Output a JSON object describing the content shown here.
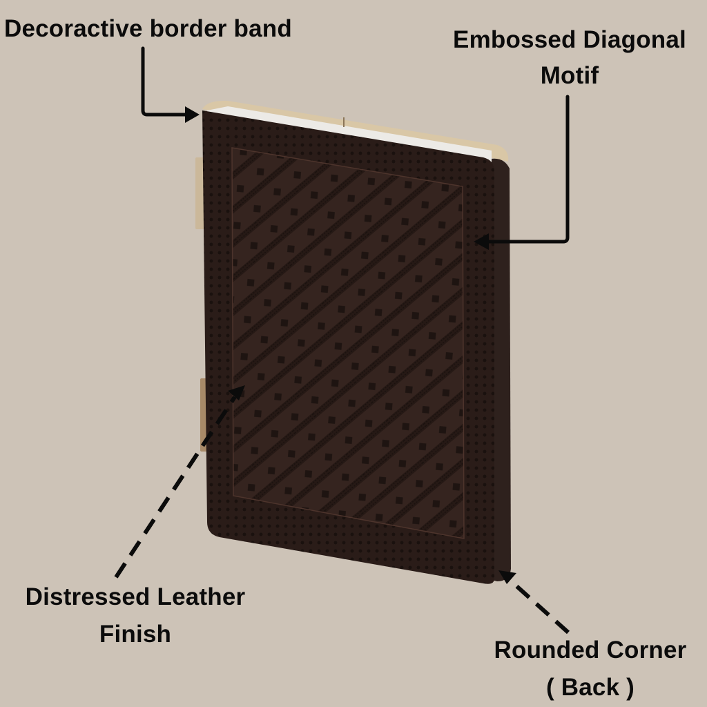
{
  "colors": {
    "background": "#cdc3b7",
    "leather": "#35241f",
    "leather_dark": "#221714",
    "paper": "#eceae6",
    "edge_trim": "#d9c7a6",
    "text": "#0b0b0b"
  },
  "product": {
    "name": "leather-journal-back-view"
  },
  "annotations": [
    {
      "id": "border",
      "line1": "Decoractive border band",
      "line2": "",
      "arrow_style": "solid"
    },
    {
      "id": "motif",
      "line1": "Embossed Diagonal",
      "line2": "Motif",
      "arrow_style": "solid"
    },
    {
      "id": "leather",
      "line1": "Distressed Leather",
      "line2": "Finish",
      "arrow_style": "dashed"
    },
    {
      "id": "corner",
      "line1": "Rounded Corner",
      "line2": "( Back )",
      "arrow_style": "dashed"
    }
  ]
}
